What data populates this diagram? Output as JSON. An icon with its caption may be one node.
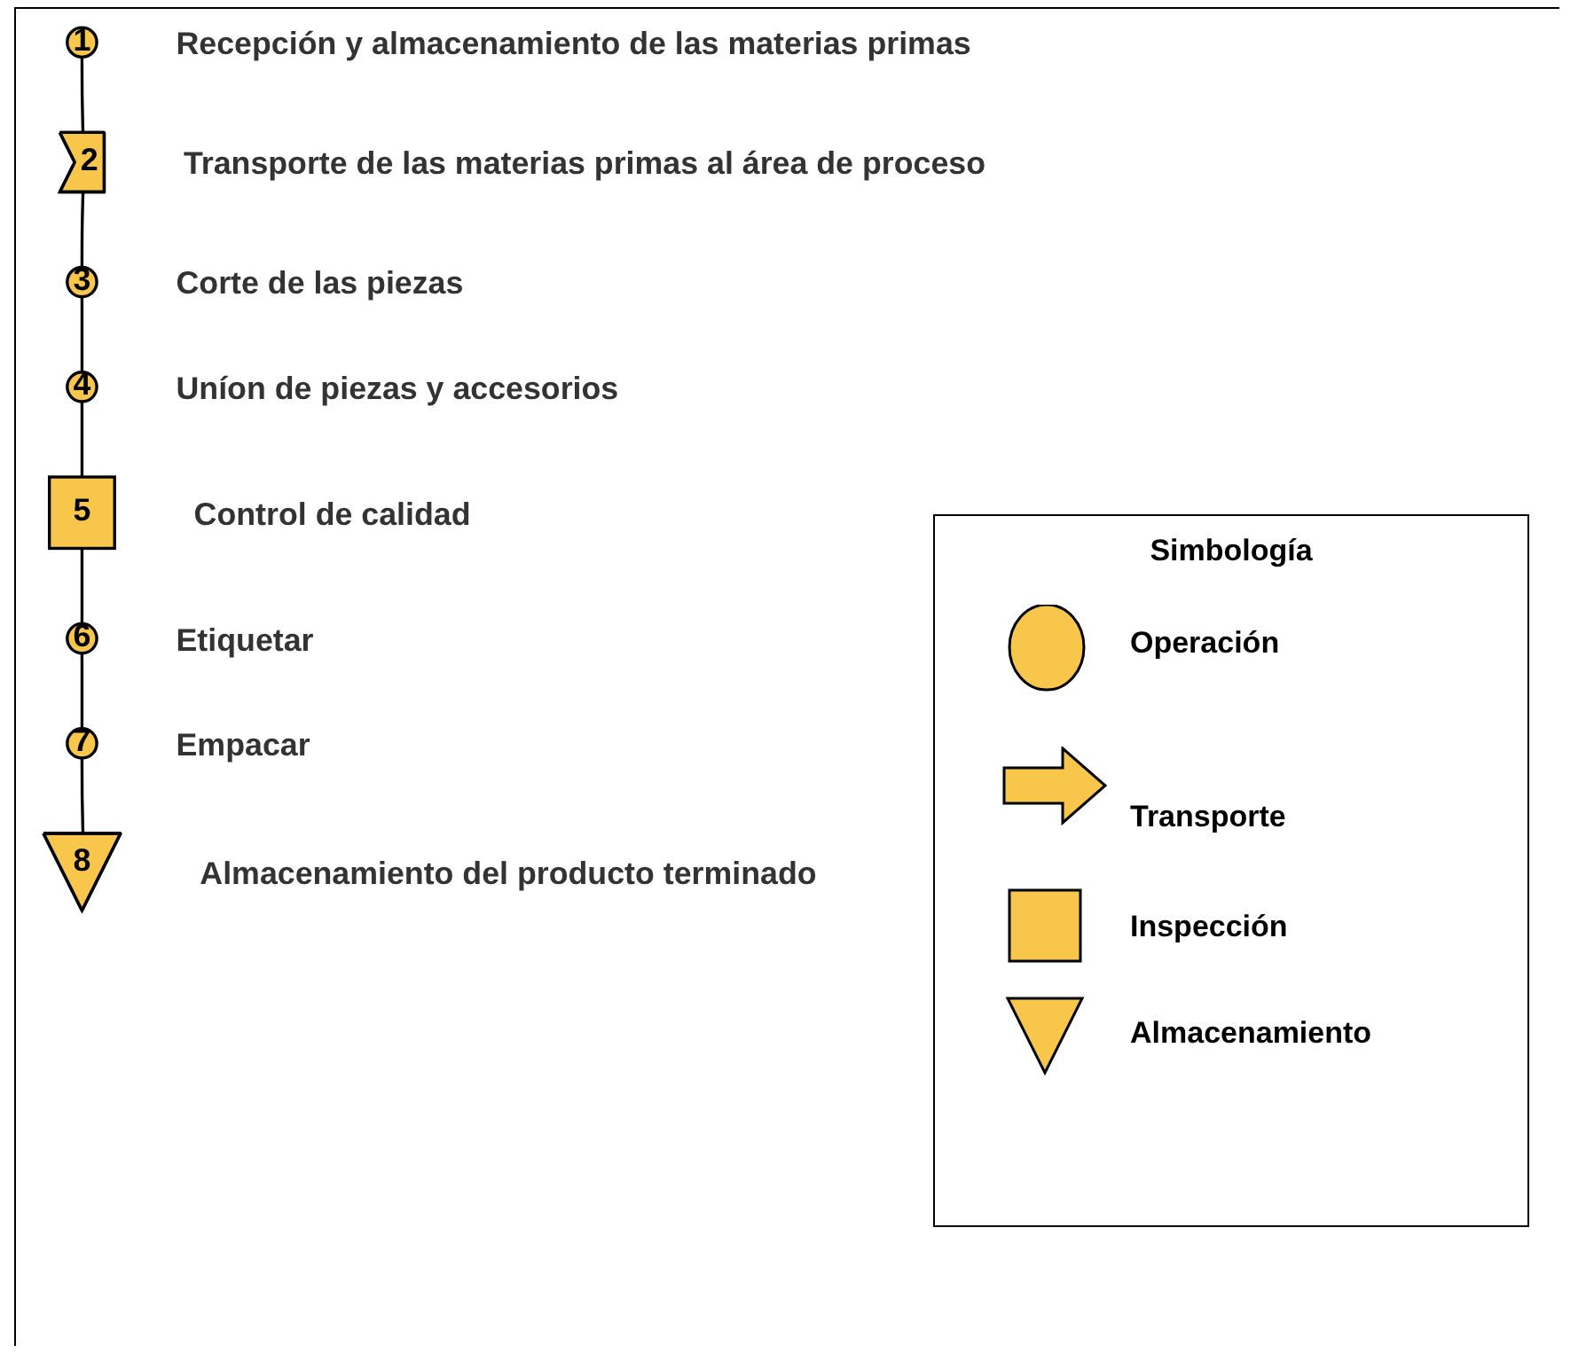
{
  "diagram": {
    "nodes": [
      {
        "text": [
          "1"
        ],
        "beside": [
          "Recepción y almacenamiento de las materias primas"
        ]
      },
      {
        "text": [
          "2"
        ],
        "beside": [
          "Transporte de las materias primas al área de proceso"
        ]
      },
      {
        "text": [
          "3"
        ],
        "beside": [
          "Corte de las piezas"
        ]
      },
      {
        "text": [
          "4"
        ],
        "beside": [
          "Uníon  de piezas y accesorios"
        ]
      },
      {
        "text": [
          "5"
        ],
        "beside": [
          "Control de calidad"
        ]
      },
      {
        "text": [
          "6"
        ],
        "beside": [
          "Etiquetar"
        ]
      },
      {
        "text": [
          "7"
        ],
        "beside": [
          "Empacar"
        ]
      },
      {
        "text": [
          "8"
        ],
        "beside": [
          "Almacenamiento del producto terminado"
        ]
      }
    ],
    "edges": [
      {
        "from": 0,
        "to": 1,
        "arrow": "none"
      },
      {
        "from": 1,
        "to": 2,
        "arrow": "none"
      },
      {
        "from": 2,
        "to": 3,
        "arrow": "none"
      },
      {
        "from": 3,
        "to": 4,
        "arrow": "none"
      },
      {
        "from": 4,
        "to": 5,
        "arrow": "none"
      },
      {
        "from": 5,
        "to": 6,
        "arrow": "none"
      },
      {
        "from": 6,
        "to": 7,
        "arrow": "none"
      }
    ],
    "labels": [
      "Simbología"
    ],
    "legend": [
      {
        "text": "Operación"
      },
      {
        "text": "Transporte"
      },
      {
        "text": "Inspección"
      },
      {
        "text": "Almacenamiento"
      }
    ]
  }
}
